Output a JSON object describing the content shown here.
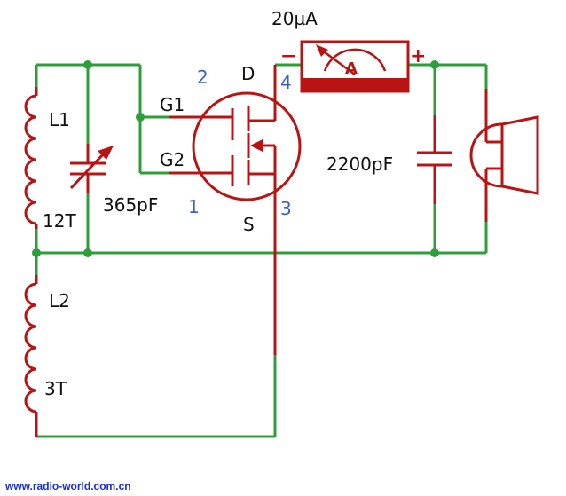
{
  "labels": {
    "l1": "L1",
    "l1_turns": "12T",
    "l2": "L2",
    "l2_turns": "3T",
    "var_cap": "365pF",
    "cap": "2200pF",
    "meter_value": "20µA",
    "meter_symbol": "A",
    "meter_minus": "−",
    "meter_plus": "+",
    "gate1": "G1",
    "gate2": "G2",
    "drain": "D",
    "source": "S"
  },
  "pins": {
    "gate1": "2",
    "gate2": "1",
    "drain": "4",
    "source": "3"
  },
  "watermark": "www.radio-world.com.cn",
  "colors": {
    "wire_green": "#2e9e3a",
    "component_red": "#b81414",
    "pin_blue": "#3a5fc8",
    "watermark_blue": "#1a2fd0"
  }
}
